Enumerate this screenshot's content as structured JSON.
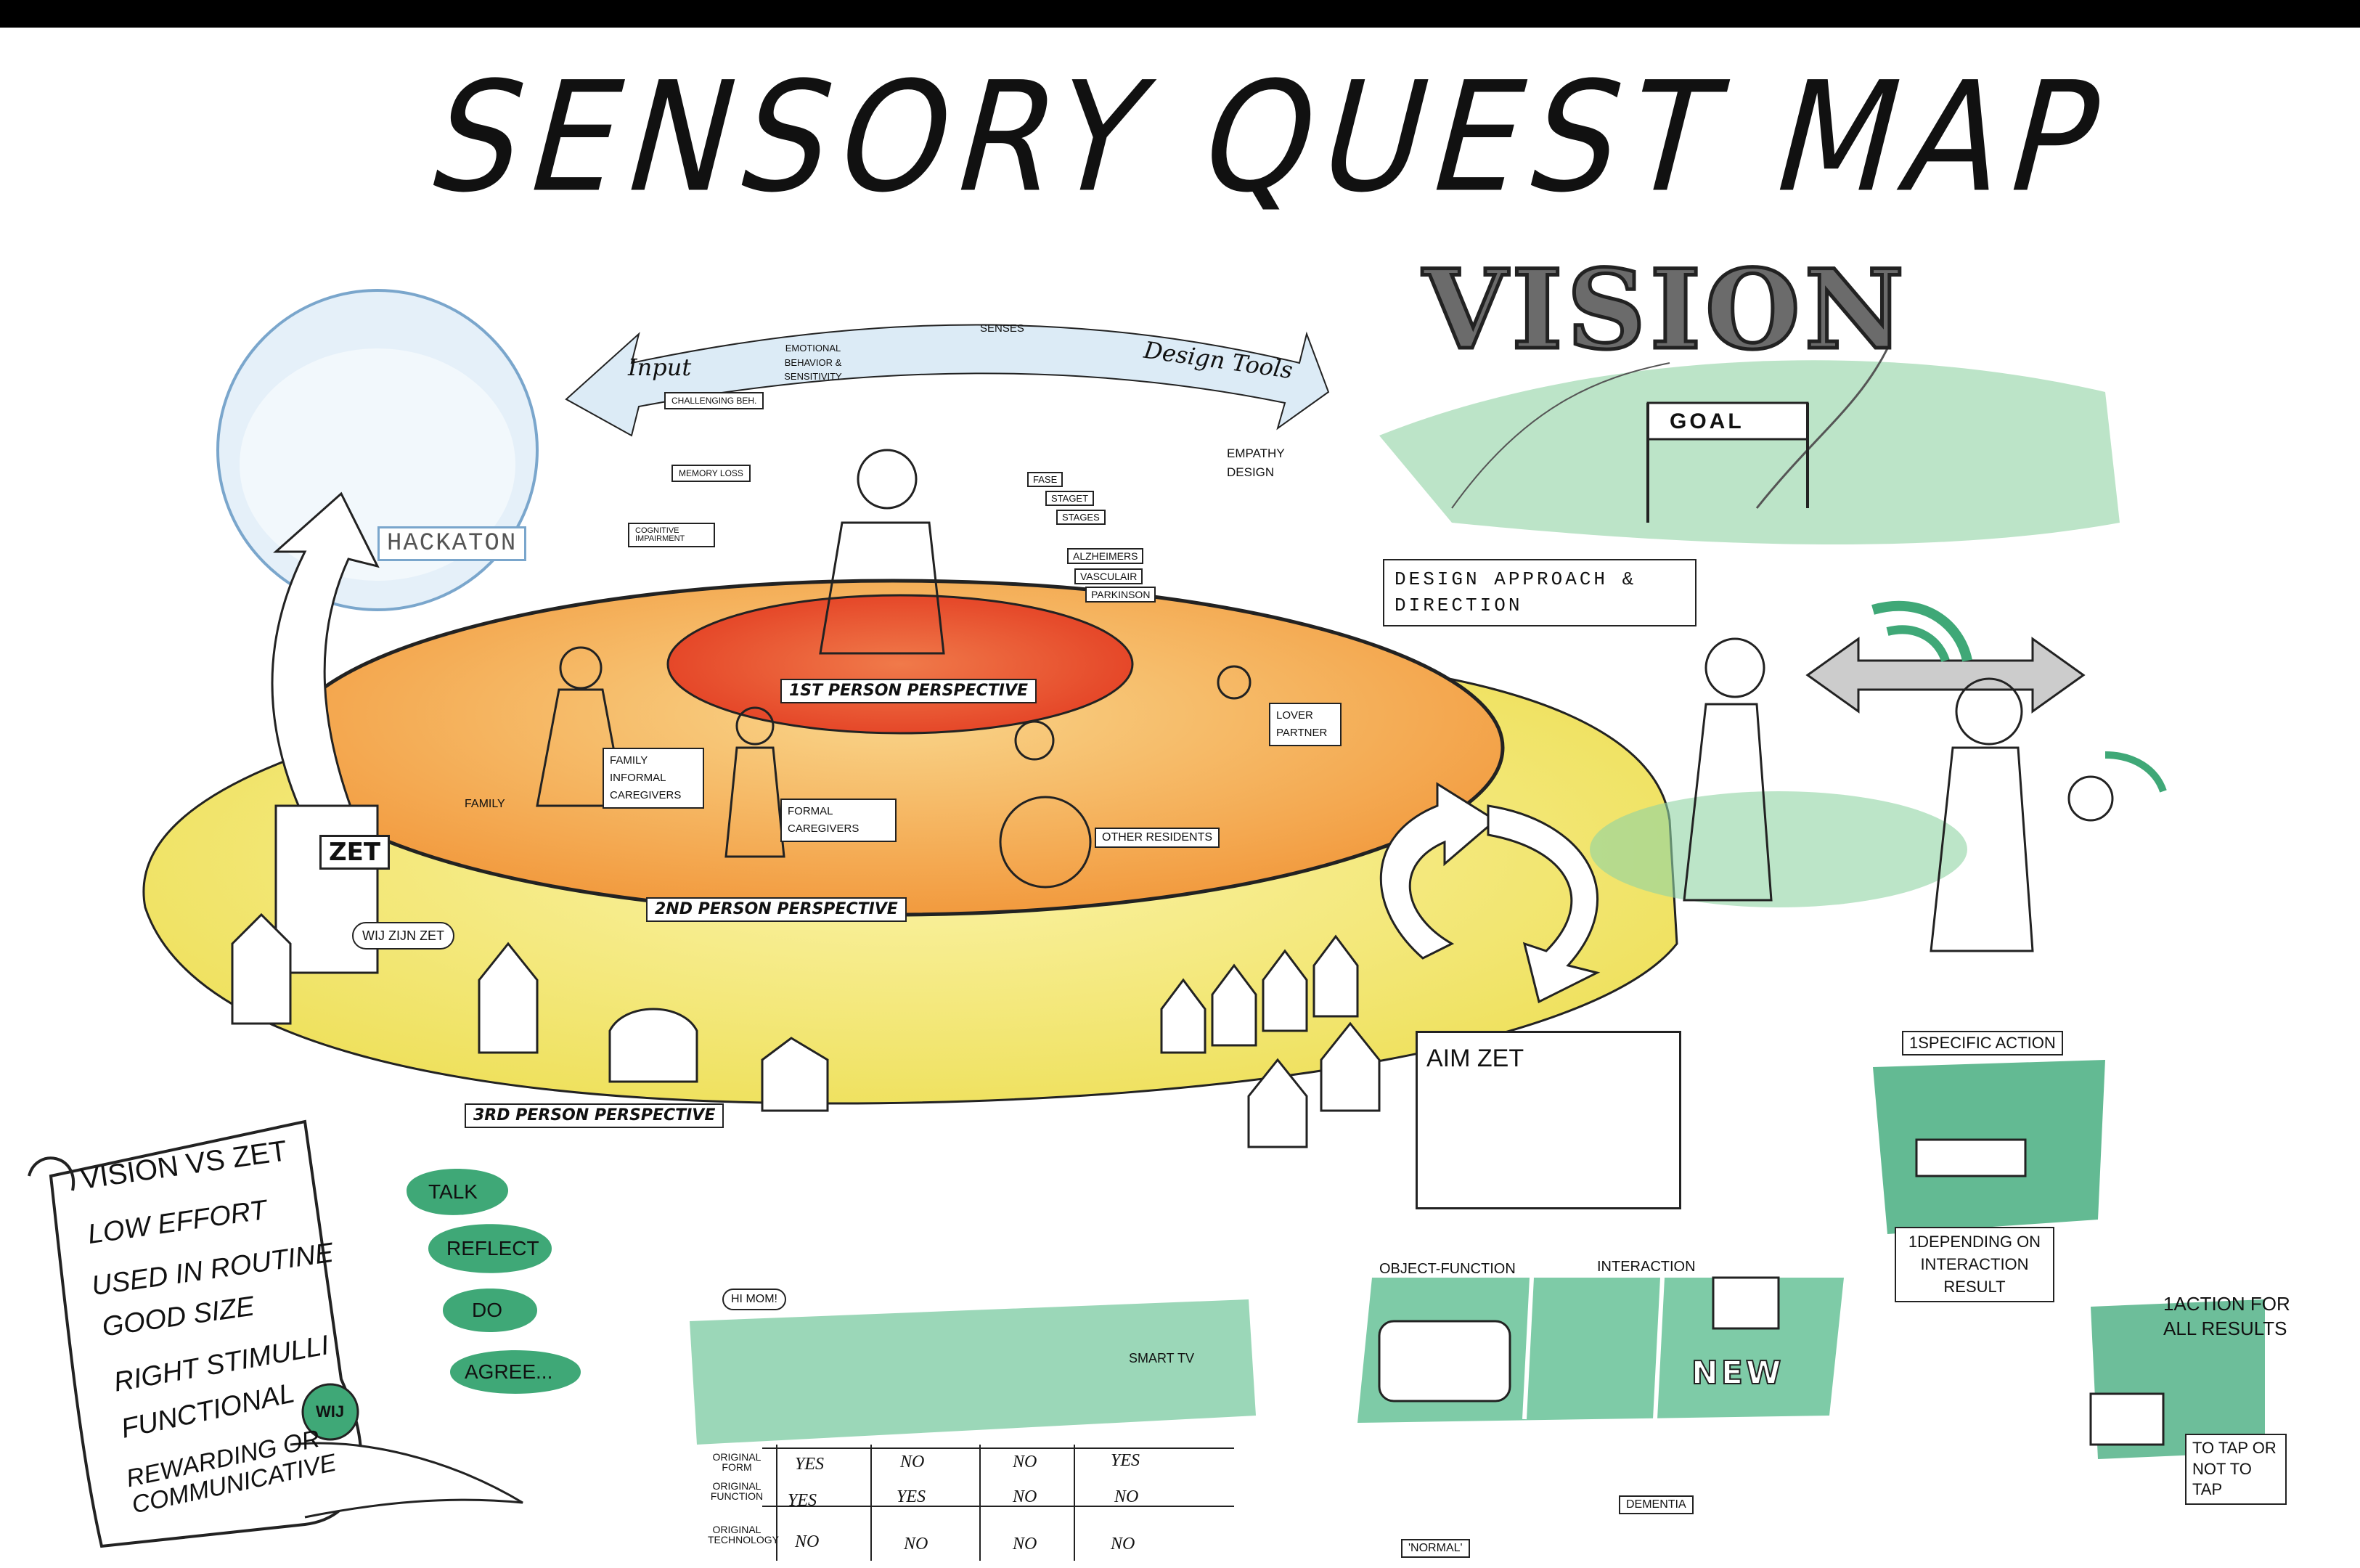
{
  "title": "SENSORY QUEST MAP",
  "vision": {
    "label": "VISION",
    "goal": "GOAL",
    "approach": "DESIGN APPROACH & DIRECTION",
    "empathy": "EMPATHY DESIGN"
  },
  "arrow": {
    "left": "Input",
    "right": "Design Tools"
  },
  "center_labels": {
    "emotional": "EMOTIONAL BEHAVIOR & SENSITIVITY",
    "senses": "SENSES",
    "challenging": "CHALLENGING BEH.",
    "memory": "MEMORY LOSS",
    "cognitive": "COGNITIVE IMPAIRMENT",
    "fase": "FASE",
    "staget": "STAGET",
    "stages": "STAGES",
    "alzheimers": "ALZHEIMERS",
    "vascular": "VASCULAIR",
    "parkinson": "PARKINSON"
  },
  "hackaton": "HACKATON",
  "zet": "ZET",
  "wij_zijn_zet": "WIJ ZIJN ZET",
  "perspectives": {
    "first": "1ST PERSON PERSPECTIVE",
    "second": "2ND PERSON PERSPECTIVE",
    "third": "3RD PERSON PERSPECTIVE"
  },
  "people": {
    "family1": "FAMILY",
    "family_carers": "FAMILY INFORMAL CAREGIVERS",
    "formal": "FORMAL CAREGIVERS",
    "lover": "LOVER PARTNER",
    "residents": "OTHER RESIDENTS"
  },
  "aim_zet": "AIM ZET",
  "scroll": {
    "heading": "VISION VS ZET",
    "items": [
      "LOW EFFORT",
      "USED IN ROUTINE",
      "GOOD SIZE",
      "RIGHT STIMULLI",
      "FUNCTIONAL",
      "REWARDING OR COMMUNICATIVE"
    ],
    "seal": "WIJ"
  },
  "bubbles": [
    "TALK",
    "REFLECT",
    "DO",
    "AGREE..."
  ],
  "table": {
    "hi_mom": "HI MOM!",
    "smart_tv": "SMART TV",
    "rows": [
      {
        "label": "ORIGINAL FORM",
        "cells": [
          "YES",
          "NO",
          "NO",
          "YES"
        ]
      },
      {
        "label": "ORIGINAL FUNCTION",
        "cells": [
          "YES",
          "YES",
          "NO",
          "NO"
        ]
      },
      {
        "label": "ORIGINAL TECHNOLOGY",
        "cells": [
          "NO",
          "NO",
          "NO",
          "NO"
        ]
      }
    ]
  },
  "object_panel": {
    "object_function": "OBJECT-FUNCTION",
    "interaction": "INTERACTION",
    "new": "NEW",
    "normal": "'NORMAL'",
    "dementia": "DEMENTIA"
  },
  "action_panel": {
    "specific": "1SPECIFIC ACTION",
    "depending": "1DEPENDING ON INTERACTION RESULT",
    "action_for_all": "1ACTION FOR ALL RESULTS",
    "tap": "TO TAP OR NOT TO TAP"
  },
  "colors": {
    "inner": "#e8452a",
    "middle": "#f4a446",
    "outer": "#f5ea6e",
    "green": "#3fa877",
    "blue": "#9cc3e0"
  }
}
